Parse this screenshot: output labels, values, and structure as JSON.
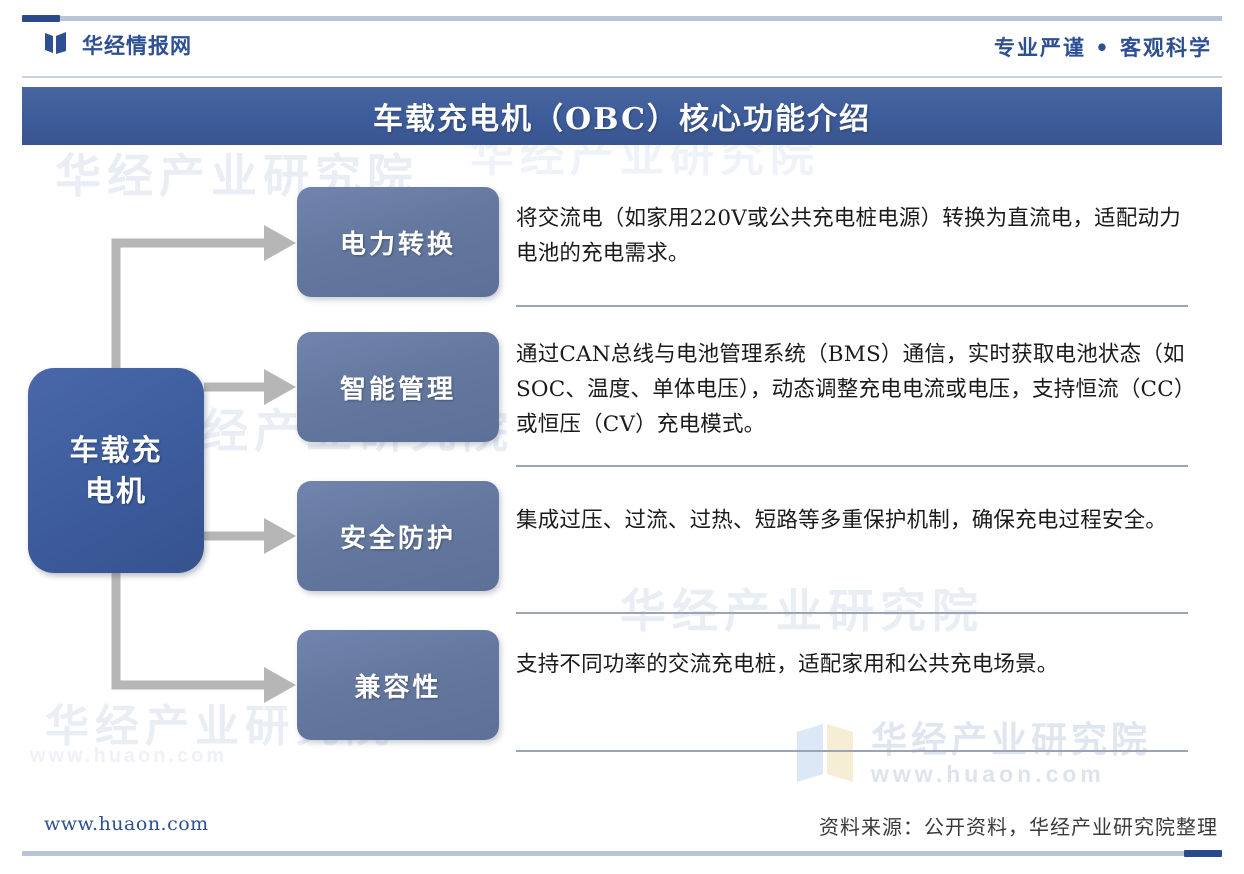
{
  "header": {
    "brand": "华经情报网",
    "brand_icon": "book-open-icon",
    "tagline": "专业严谨 • 客观科学"
  },
  "title": "车载充电机（OBC）核心功能介绍",
  "diagram": {
    "root": {
      "line1": "车载充",
      "line2": "电机"
    },
    "branches": [
      {
        "label": "电力转换",
        "description": "将交流电（如家用220V或公共充电桩电源）转换为直流电，适配动力电池的充电需求。"
      },
      {
        "label": "智能管理",
        "description": "通过CAN总线与电池管理系统（BMS）通信，实时获取电池状态（如SOC、温度、单体电压），动态调整充电电流或电压，支持恒流（CC）或恒压（CV）充电模式。"
      },
      {
        "label": "安全防护",
        "description": "集成过压、过流、过热、短路等多重保护机制，确保充电过程安全。"
      },
      {
        "label": "兼容性",
        "description": "支持不同功率的交流充电桩，适配家用和公共充电场景。"
      }
    ]
  },
  "watermarks": {
    "institute": "华经产业研究院",
    "site": "www.huaon.com"
  },
  "footer": {
    "left": "www.huaon.com",
    "right": "资料来源：公开资料，华经产业研究院整理"
  },
  "colors": {
    "banner_blue": "#3e5d9c",
    "root_blue": "#3f5fa0",
    "branch_blue": "#64789f",
    "brand_blue": "#2d4f93",
    "arrow_gray": "#b6b6b6",
    "rule_gray": "#b9c4d6"
  }
}
